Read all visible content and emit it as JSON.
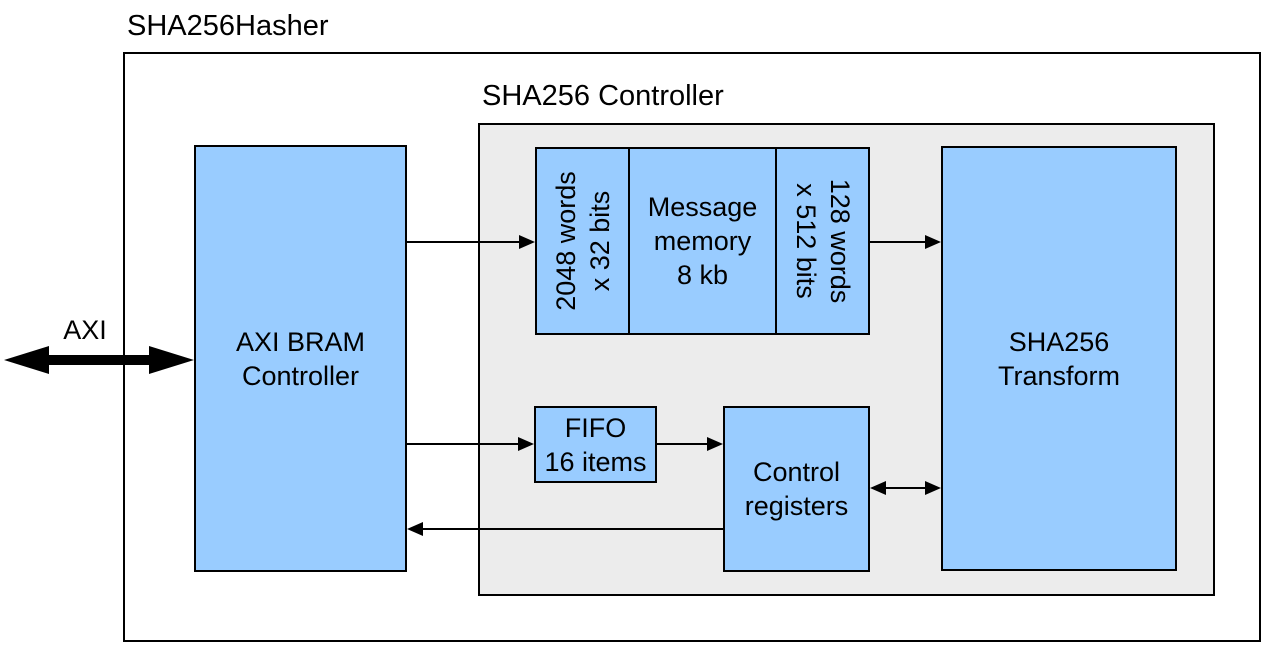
{
  "diagram": {
    "title": "SHA256Hasher",
    "axi_label": "AXI",
    "panel": {
      "title": "SHA256 Controller"
    },
    "blocks": {
      "axi_bram": {
        "line1": "AXI BRAM",
        "line2": "Controller"
      },
      "message_memory": {
        "left": {
          "line1": "2048 words",
          "line2": "x 32 bits"
        },
        "center": {
          "line1": "Message",
          "line2": "memory",
          "line3": "8 kb"
        },
        "right": {
          "line1": "128 words",
          "line2": "x 512 bits"
        }
      },
      "fifo": {
        "line1": "FIFO",
        "line2": "16 items"
      },
      "control_registers": {
        "line1": "Control",
        "line2": "registers"
      },
      "sha256_transform": {
        "line1": "SHA256",
        "line2": "Transform"
      }
    },
    "connections": [
      {
        "from": "AXI bus",
        "to": "AXI BRAM Controller",
        "direction": "bidirectional",
        "style": "thick"
      },
      {
        "from": "AXI BRAM Controller",
        "to": "Message memory",
        "direction": "right"
      },
      {
        "from": "Message memory",
        "to": "SHA256 Transform",
        "direction": "right"
      },
      {
        "from": "AXI BRAM Controller",
        "to": "FIFO",
        "direction": "right"
      },
      {
        "from": "FIFO",
        "to": "Control registers",
        "direction": "right"
      },
      {
        "from": "Control registers",
        "to": "AXI BRAM Controller",
        "direction": "left"
      },
      {
        "from": "Control registers",
        "to": "SHA256 Transform",
        "direction": "bidirectional"
      }
    ]
  },
  "colors": {
    "block_fill": "#99CCFF",
    "panel_fill": "#ECECEC",
    "line": "#000000",
    "background": "#FFFFFF"
  }
}
